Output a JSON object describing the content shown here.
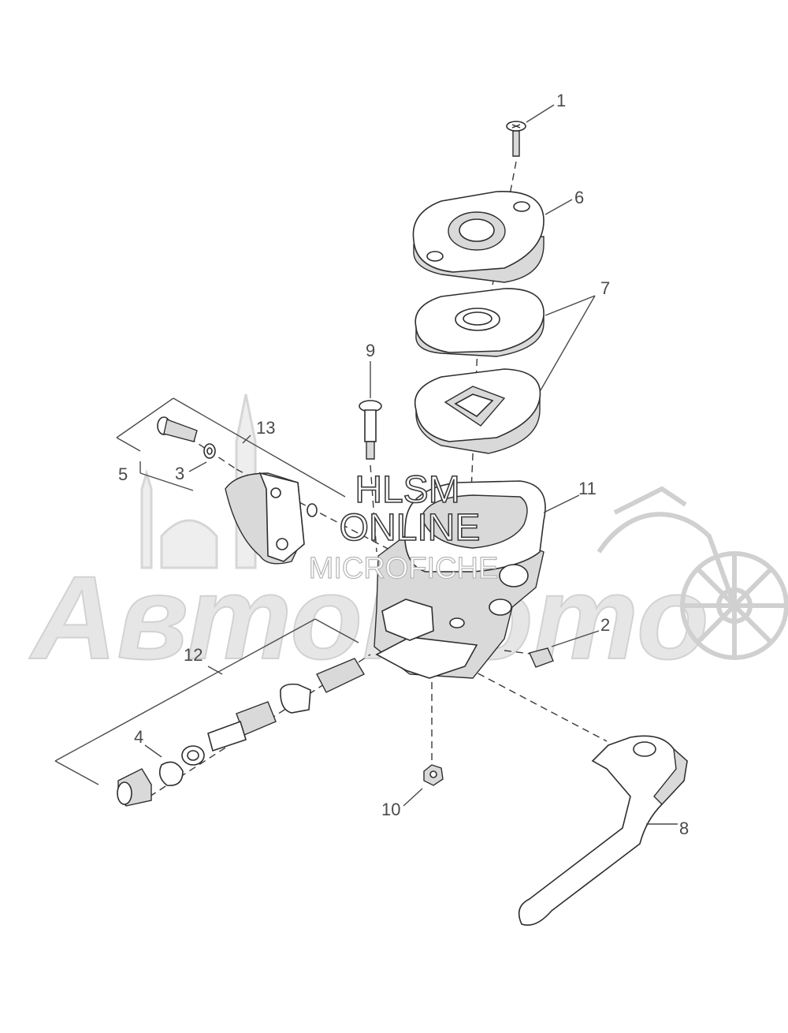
{
  "watermark": {
    "logo_text": "АвтоМото",
    "line1": "HLSM",
    "line2": "ONLINE",
    "line3": "MICROFICHE"
  },
  "callouts": [
    "1",
    "2",
    "3",
    "4",
    "5",
    "6",
    "7",
    "8",
    "9",
    "10",
    "11",
    "12",
    "13"
  ]
}
